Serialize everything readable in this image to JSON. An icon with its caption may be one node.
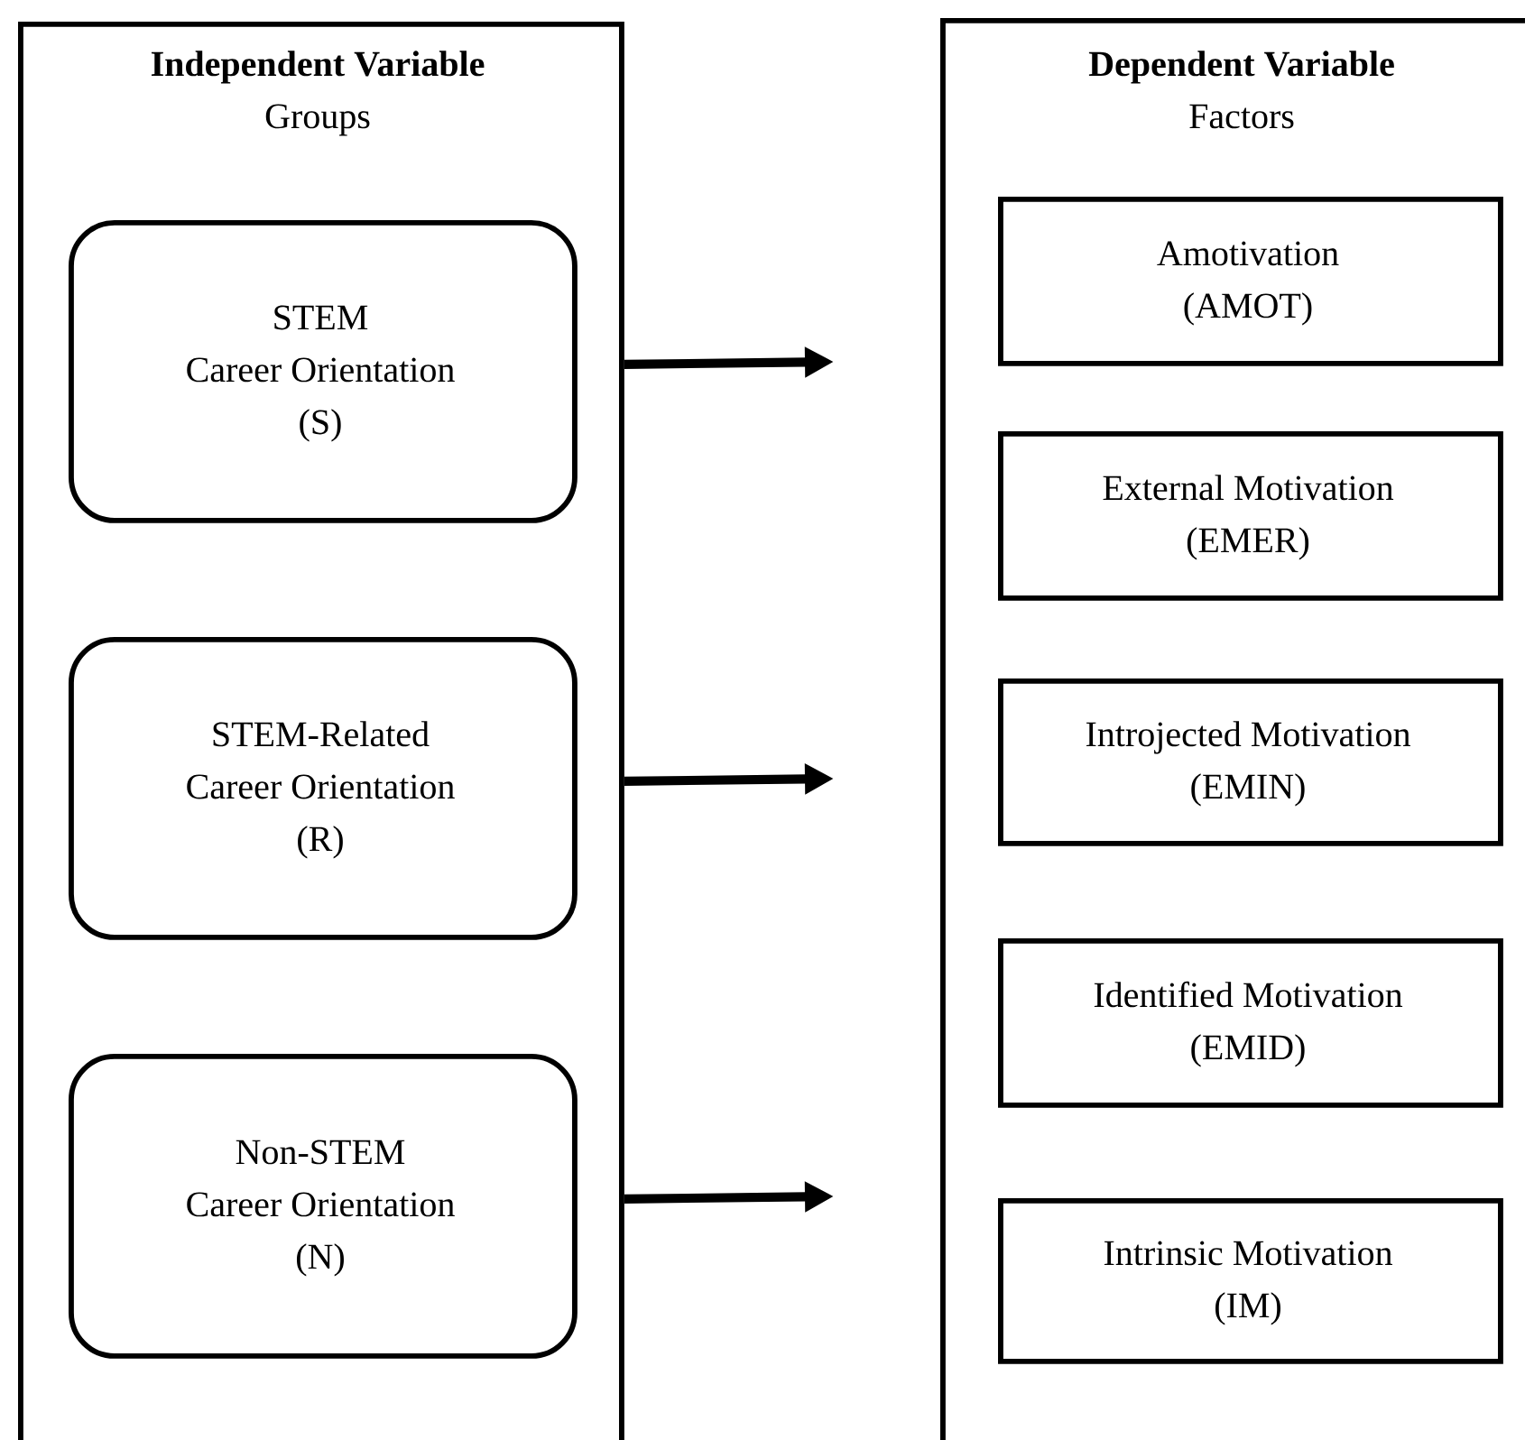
{
  "diagram": {
    "nodes": [
      {
        "text": [
          "Independent Variable",
          "Groups"
        ]
      },
      {
        "text": [
          "STEM",
          "Career Orientation",
          "(S)"
        ],
        "in": 0
      },
      {
        "text": [
          "STEM-Related",
          "Career Orientation",
          "(R)"
        ],
        "in": 0
      },
      {
        "text": [
          "Non-STEM",
          "Career Orientation",
          "(N)"
        ],
        "in": 0
      },
      {
        "text": [
          "Dependent Variable",
          "Factors"
        ]
      },
      {
        "text": [
          "Amotivation",
          "(AMOT)"
        ],
        "in": 4
      },
      {
        "text": [
          "External Motivation",
          "(EMER)"
        ],
        "in": 4
      },
      {
        "text": [
          "Introjected Motivation",
          "(EMIN)"
        ],
        "in": 4
      },
      {
        "text": [
          "Identified Motivation",
          "(EMID)"
        ],
        "in": 4
      },
      {
        "text": [
          "Intrinsic Motivation",
          "(IM)"
        ],
        "in": 4
      }
    ],
    "edges": [
      {
        "from": 1,
        "to": null,
        "arrow": "to"
      },
      {
        "from": 2,
        "to": null,
        "arrow": "to"
      },
      {
        "from": 3,
        "to": null,
        "arrow": "to"
      }
    ]
  }
}
